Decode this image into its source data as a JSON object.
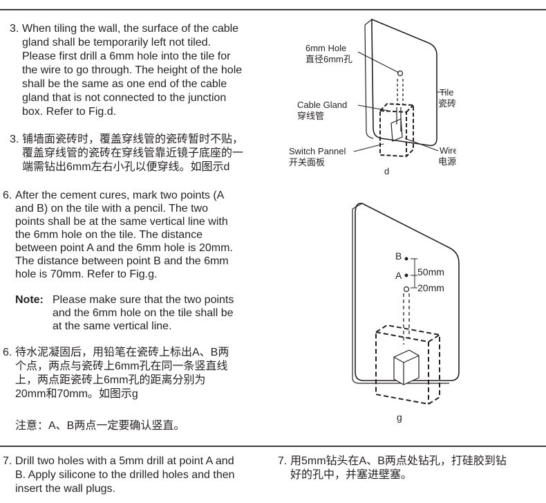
{
  "step3_en": {
    "number": "3.",
    "text": "When tiling the wall, the surface of the cable\ngland shall be temporarily left not tiled.\nPlease first drill a 6mm hole into the tile for\nthe wire to go through. The height of the hole\nshall be the same as one end of the cable\ngland that is not connected to the junction\nbox. Refer to Fig.d."
  },
  "step3_cn": {
    "number": "3.",
    "text": "铺墙面瓷砖时，覆盖穿线管的瓷砖暂时不贴，\n覆盖穿线管的瓷砖在穿线管靠近镜子底座的一\n端需钻出6mm左右小孔以便穿线。如图示d"
  },
  "step6_en": {
    "number": "6.",
    "text": "After the cement cures, mark two points (A\nand B) on the tile with a pencil. The two\npoints shall be at the same vertical line with\nthe 6mm hole on the tile. The distance\nbetween point A and the 6mm hole is 20mm.\nThe distance between point B and the 6mm\nhole is 70mm. Refer to Fig.g."
  },
  "note_en": {
    "label": "Note:",
    "text": "Please make sure that the two points\nand the 6mm hole on the tile shall be\nat the same vertical line."
  },
  "step6_cn": {
    "number": "6.",
    "text": "待水泥凝固后，用铅笔在瓷砖上标出A、B两\n个点，两点与瓷砖上6mm孔在同一条竖直线\n上，两点距瓷砖上6mm孔的距离分别为\n20mm和70mm。如图示g"
  },
  "note_cn": {
    "text": "注意：A、B两点一定要确认竖直。"
  },
  "step7_en": {
    "number": "7.",
    "text": "Drill two holes with a 5mm drill at point A and\nB. Apply silicone to the drilled holes and then\ninsert the wall plugs."
  },
  "step7_cn": {
    "number": "7.",
    "text": "用5mm钻头在A、B两点处钻孔，打硅胶到钻\n好的孔中，并塞进壁塞。"
  },
  "fig_d": {
    "hole_en": "6mm Hole",
    "hole_cn": "直径6mm孔",
    "gland_en": "Cable Gland",
    "gland_cn": "穿线管",
    "switch_en": "Switch Pannel",
    "switch_cn": "开关面板",
    "tile_en": "Tile",
    "tile_cn": "瓷砖",
    "wires_en": "Wires",
    "wires_cn": "电源线",
    "caption": "d"
  },
  "fig_g": {
    "point_b": "B",
    "point_a": "A",
    "dist_50": "50mm",
    "dist_20": "20mm",
    "caption": "g"
  }
}
